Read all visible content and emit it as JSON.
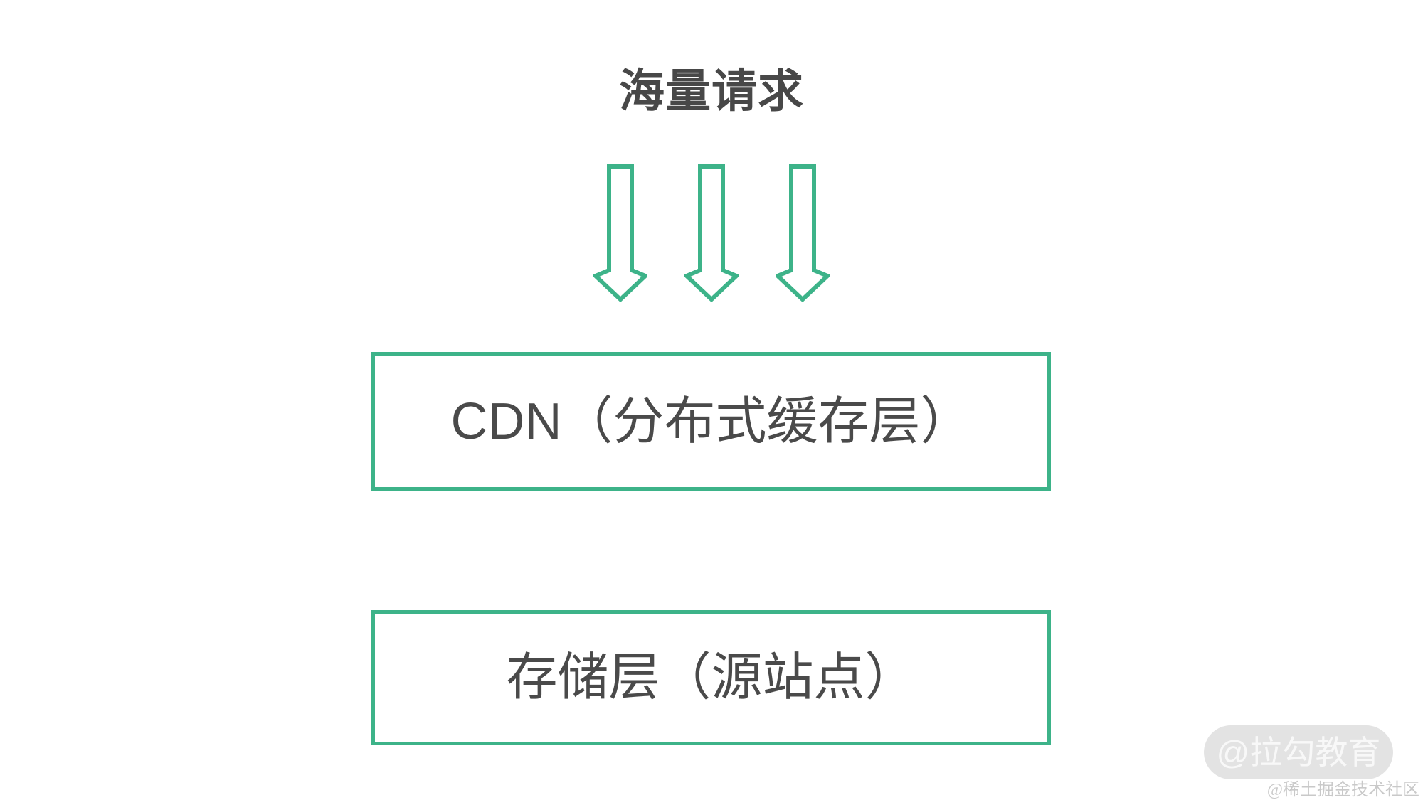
{
  "title": {
    "text": "海量请求"
  },
  "arrows": {
    "count": 3,
    "direction": "down",
    "style": "hollow-outline"
  },
  "boxes": [
    {
      "label": "CDN（分布式缓存层）"
    },
    {
      "label": "存储层（源站点）"
    }
  ],
  "watermark": {
    "badge_text": "@拉勾教育",
    "community_text": "@稀土掘金技术社区"
  },
  "colors": {
    "accent_green": "#3db389",
    "text_dark": "#484848",
    "box_text": "#4a4a4a",
    "badge_bg": "#e3e3e3",
    "badge_text": "#f8f8f8",
    "community_text": "#c9c9c9",
    "page_bg": "#ffffff"
  }
}
